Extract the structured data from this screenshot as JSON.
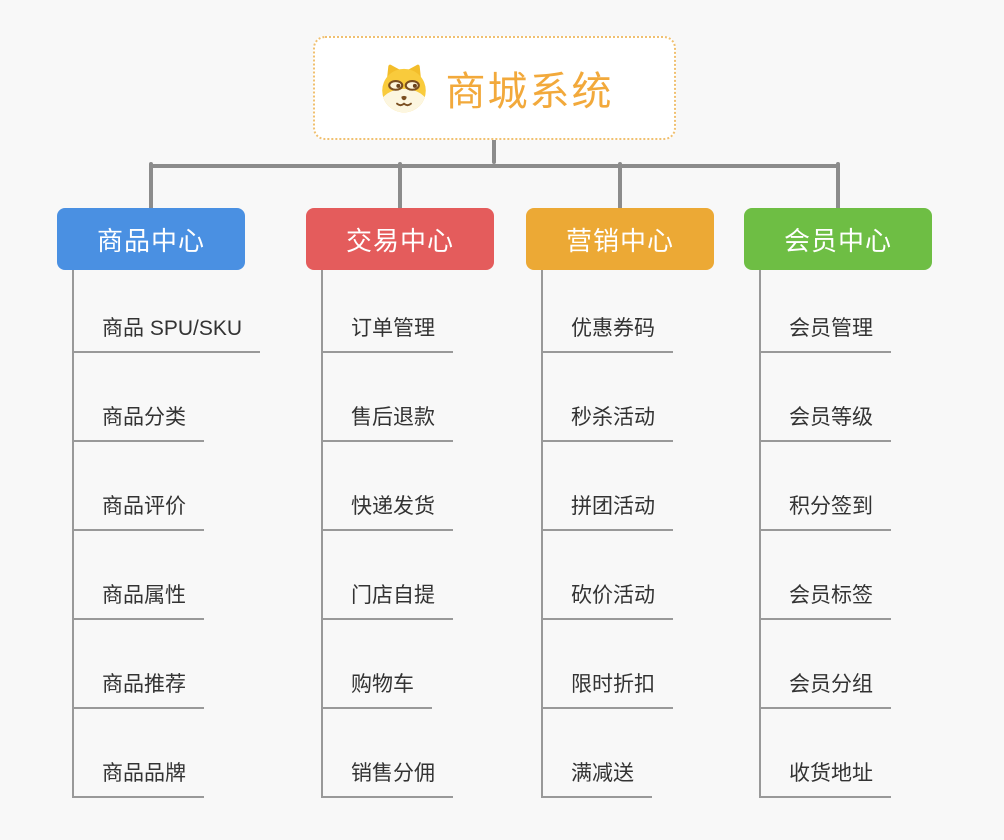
{
  "root": {
    "title": "商城系统",
    "icon": "doge-face"
  },
  "branches": [
    {
      "label": "商品中心",
      "color": "#4a90e2",
      "items": [
        "商品 SPU/SKU",
        "商品分类",
        "商品评价",
        "商品属性",
        "商品推荐",
        "商品品牌"
      ]
    },
    {
      "label": "交易中心",
      "color": "#e45c5c",
      "items": [
        "订单管理",
        "售后退款",
        "快递发货",
        "门店自提",
        "购物车",
        "销售分佣"
      ]
    },
    {
      "label": "营销中心",
      "color": "#eca935",
      "items": [
        "优惠券码",
        "秒杀活动",
        "拼团活动",
        "砍价活动",
        "限时折扣",
        "满减送"
      ]
    },
    {
      "label": "会员中心",
      "color": "#6ebe44",
      "items": [
        "会员管理",
        "会员等级",
        "积分签到",
        "会员标签",
        "会员分组",
        "收货地址"
      ]
    }
  ],
  "colors": {
    "root_text": "#f2a93b",
    "root_border": "#f0c070",
    "connector": "#8c8c8c",
    "leaf_line": "#999999",
    "leaf_text": "#333333",
    "background": "#f8f8f8"
  }
}
